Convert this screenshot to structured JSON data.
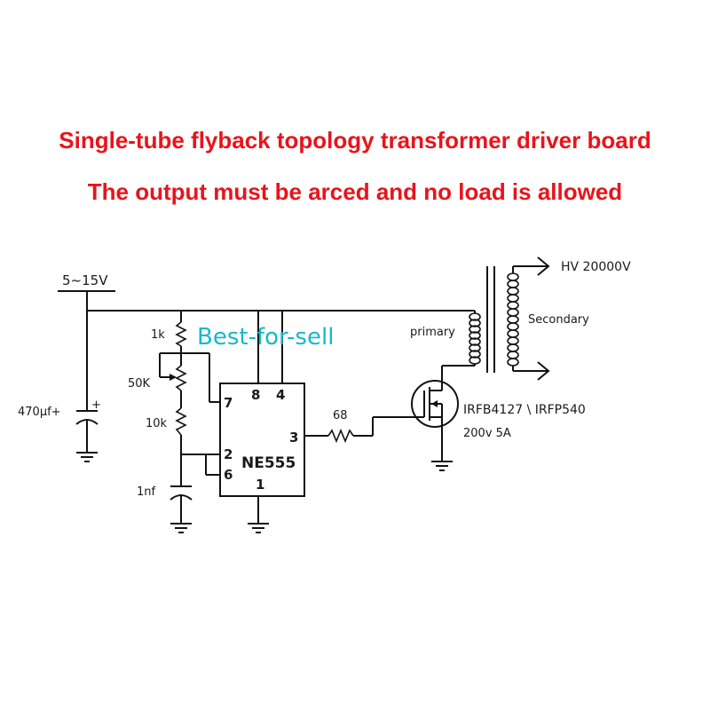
{
  "titles": {
    "line1": "Single-tube flyback topology transformer driver board",
    "line2": "The output must be arced and no load is allowed"
  },
  "watermark": "Best-for-sell",
  "labels": {
    "supply": "5~15V",
    "cap_bulk": "470µf+",
    "cap_plus": "+",
    "r1": "1k",
    "pot": "50K",
    "r2": "10k",
    "cap_timing": "1nf",
    "chip": "NE555",
    "pin7": "7",
    "pin8": "8",
    "pin4": "4",
    "pin2": "2",
    "pin6": "6",
    "pin3": "3",
    "pin1": "1",
    "r_gate": "68",
    "mosfet": "IRFB4127 \\ IRFP540",
    "mosfet_rating": "200v 5A",
    "primary": "primary",
    "secondary": "Secondary",
    "hv": "HV 20000V"
  },
  "colors": {
    "title": "#e8141b",
    "watermark": "#17b8c9",
    "ink": "#111111"
  }
}
